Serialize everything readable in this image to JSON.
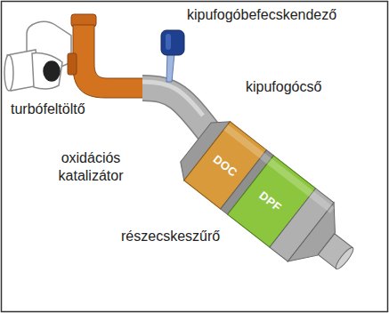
{
  "diagram": {
    "nodes": [
      {
        "text": [
          "DOC"
        ]
      },
      {
        "text": [
          "DPF"
        ]
      }
    ],
    "labels": [
      "kipufogóbefecskendező",
      "turbófeltöltő",
      "kipufogócső",
      "oxidációs katalizátor",
      "részecskeszűrő"
    ]
  }
}
